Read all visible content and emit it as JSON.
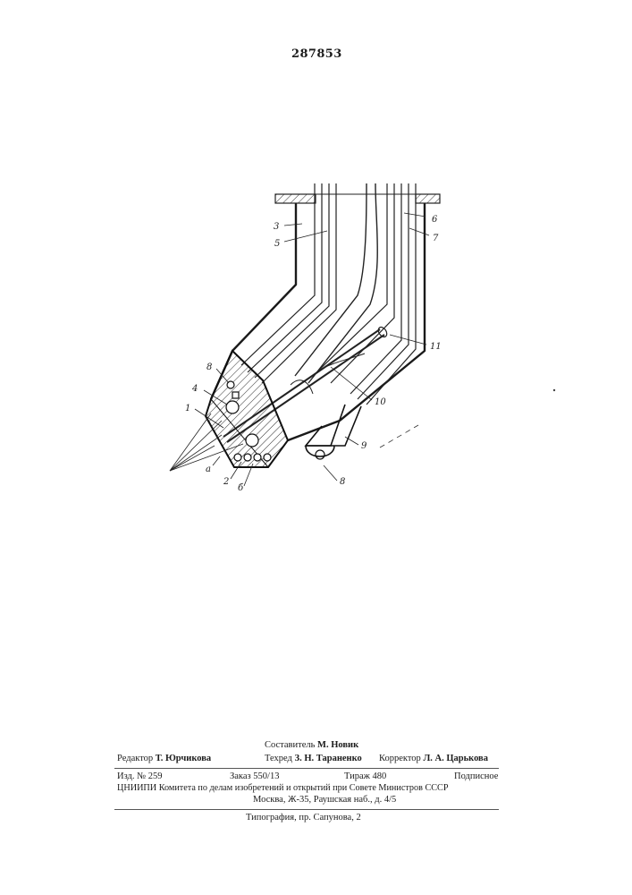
{
  "header": {
    "patent_number": "287853"
  },
  "figure_labels": {
    "l3": "3",
    "l5": "5",
    "l6": "6",
    "l7": "7",
    "l8a": "8",
    "l4": "4",
    "l1": "1",
    "l10": "10",
    "l11": "11",
    "l9": "9",
    "l8b": "8",
    "la": "a",
    "l2": "2",
    "lb": "б"
  },
  "footer": {
    "compiler_label": "Составитель",
    "compiler_name": "М. Новик",
    "editor_label": "Редактор",
    "editor_name": "Т. Юрчикова",
    "techred_label": "Техред",
    "techred_name": "З. Н. Тараненко",
    "corrector_label": "Корректор",
    "corrector_name": "Л. А. Царькова",
    "issue": "Изд. № 259",
    "order": "Заказ 550/13",
    "print_run": "Тираж 480",
    "subscription": "Подписное",
    "org_line": "ЦНИИПИ Комитета по делам изобретений и открытий при Совете Министров СССР",
    "address": "Москва, Ж-35, Раушская наб., д. 4/5",
    "printing_house": "Типография, пр. Сапунова, 2"
  }
}
